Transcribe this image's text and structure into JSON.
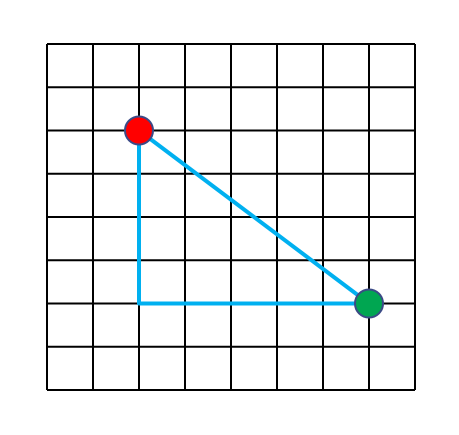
{
  "grid": {
    "columns": 8,
    "rows": 8,
    "line_color": "#000000"
  },
  "points": [
    {
      "name": "red-point",
      "col": 2,
      "row": 2,
      "color": "#ff0000",
      "outline": "#3b4a86"
    },
    {
      "name": "green-point",
      "col": 7,
      "row": 6,
      "color": "#00a651",
      "outline": "#3b4a86"
    }
  ],
  "triangle": {
    "right_angle_vertex": {
      "col": 2,
      "row": 6
    },
    "color": "#00b0f0"
  }
}
